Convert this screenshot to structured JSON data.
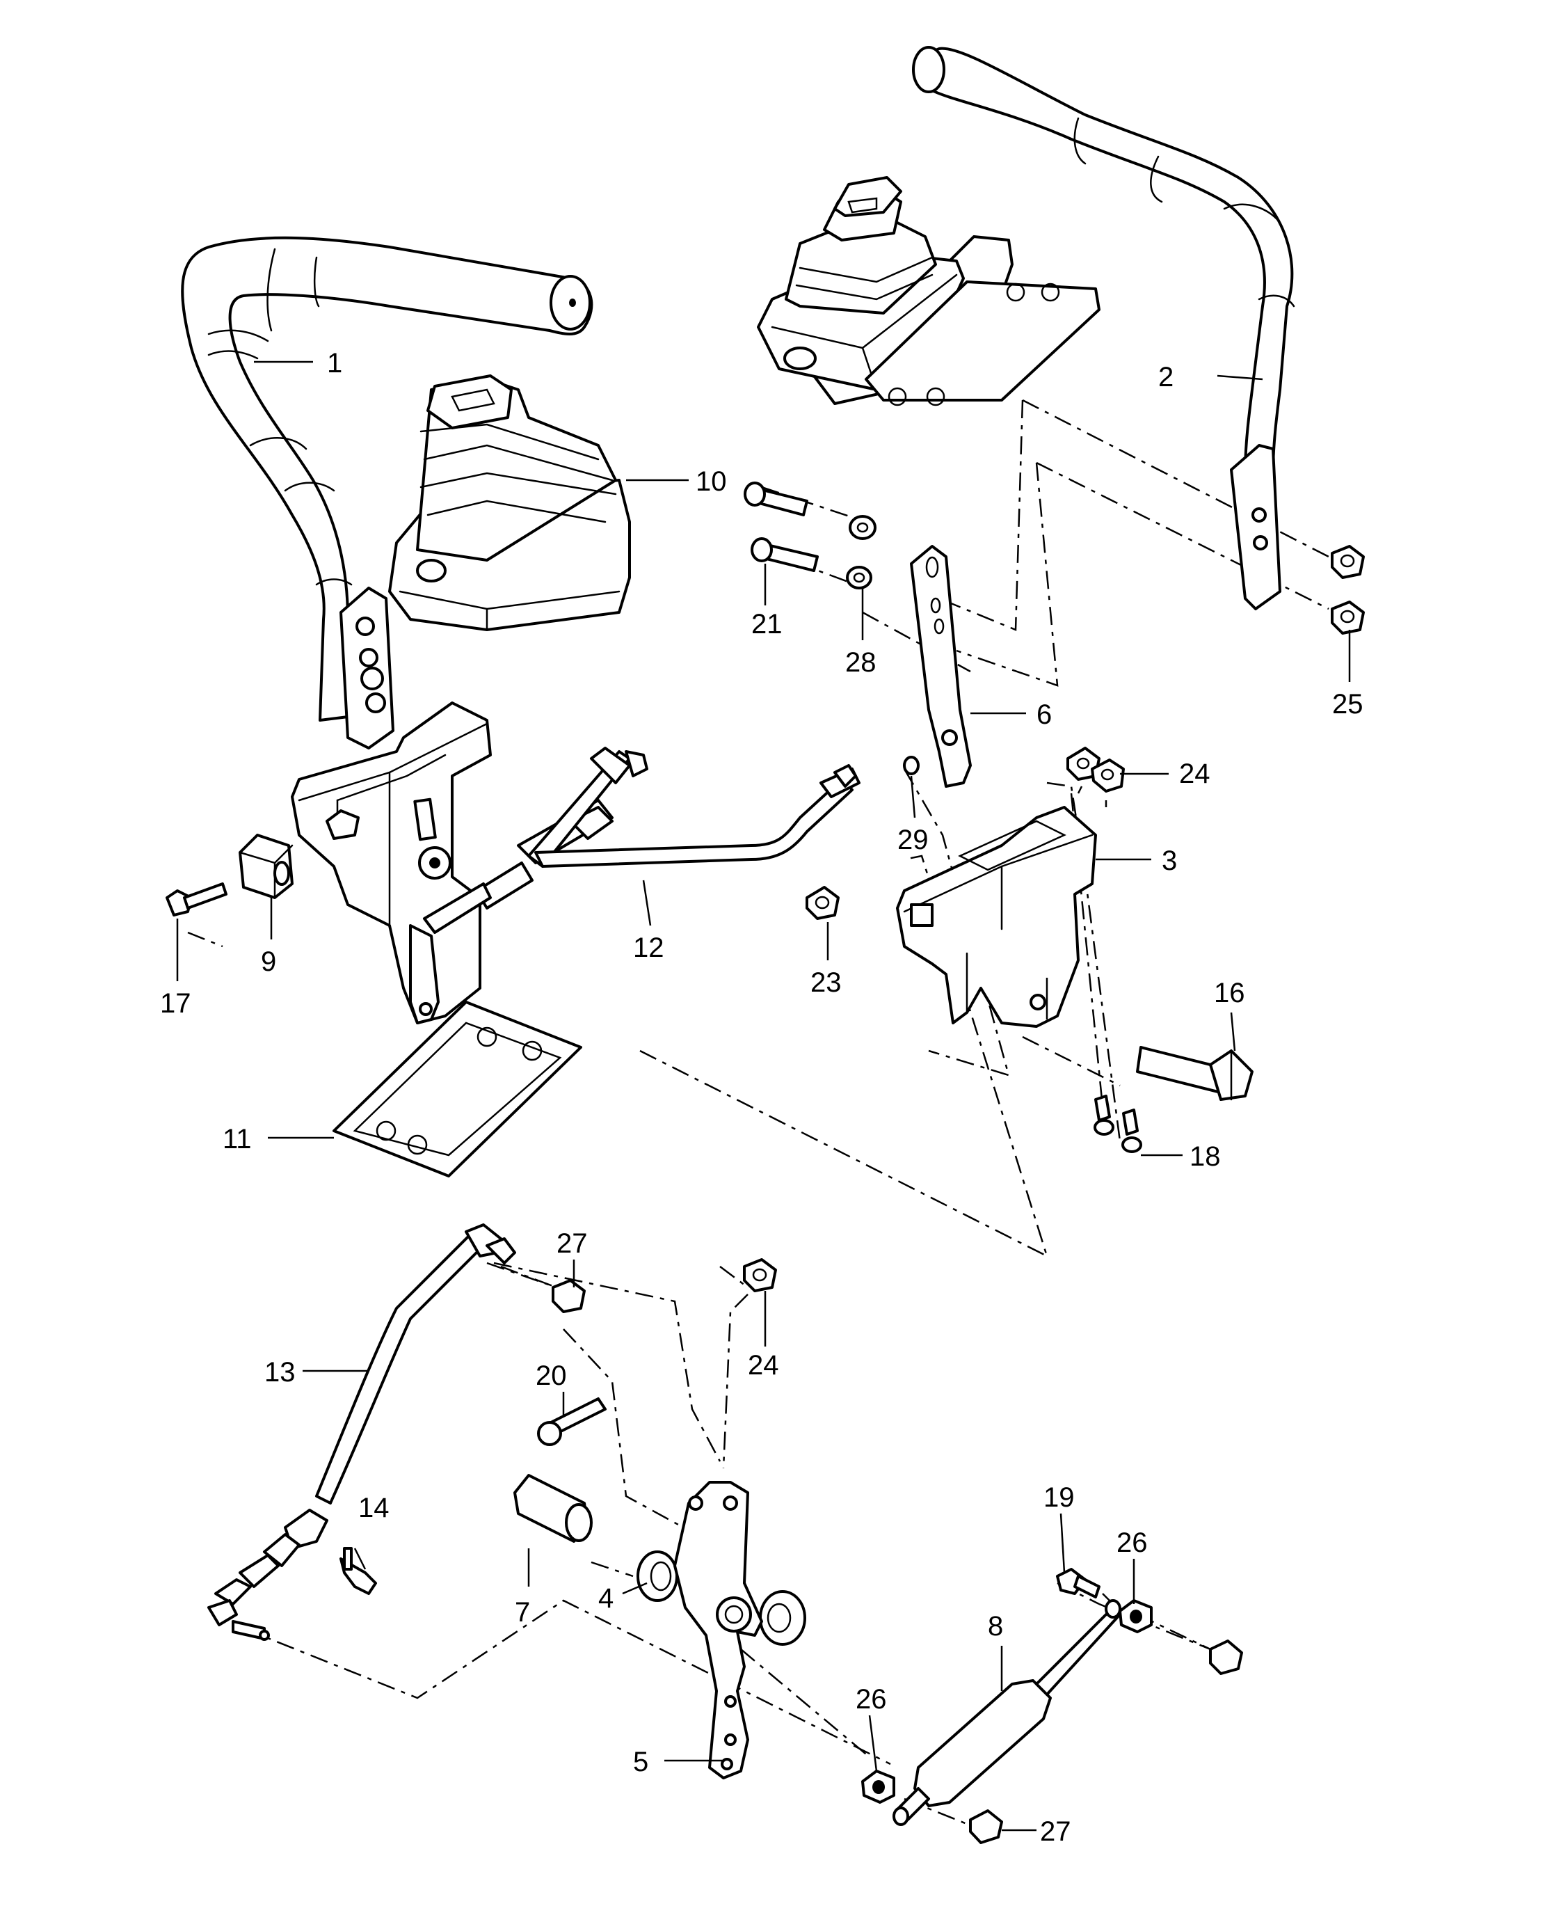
{
  "callouts": [
    "1",
    "2",
    "3",
    "4",
    "5",
    "6",
    "7",
    "8",
    "9",
    "10",
    "11",
    "12",
    "13",
    "14",
    "16",
    "17",
    "18",
    "19",
    "20",
    "21",
    "23",
    "24",
    "24",
    "25",
    "26",
    "26",
    "27",
    "27",
    "28",
    "29"
  ]
}
